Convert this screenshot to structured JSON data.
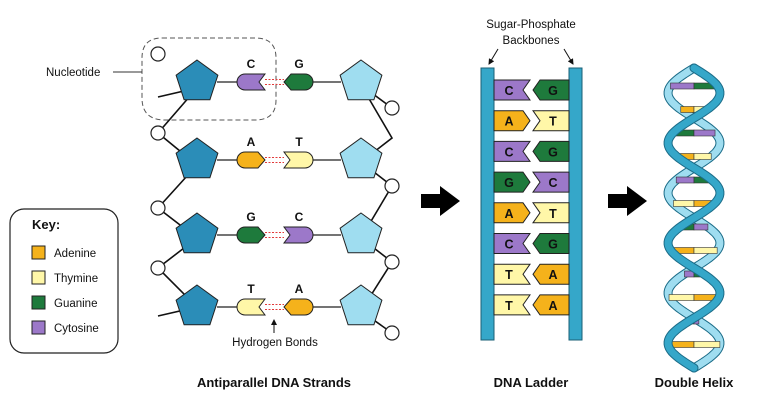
{
  "colors": {
    "adenine": "#F5B21B",
    "thymine": "#FFF7A8",
    "guanine": "#1E7A3C",
    "cytosine": "#9C78C9",
    "sugar_dark": "#2B8DB8",
    "sugar_light": "#9FDDF0",
    "backbone": "#35A7C9"
  },
  "key": {
    "title": "Key:",
    "items": [
      {
        "label": "Adenine",
        "color": "#F5B21B"
      },
      {
        "label": "Thymine",
        "color": "#FFF7A8"
      },
      {
        "label": "Guanine",
        "color": "#1E7A3C"
      },
      {
        "label": "Cytosine",
        "color": "#9C78C9"
      }
    ]
  },
  "strands": {
    "nucleotide_label": "Nucleotide",
    "hydrogen_label": "Hydrogen Bonds",
    "pairs": [
      {
        "left": "C",
        "right": "G"
      },
      {
        "left": "A",
        "right": "T"
      },
      {
        "left": "G",
        "right": "C"
      },
      {
        "left": "T",
        "right": "A"
      }
    ],
    "caption": "Antiparallel DNA Strands"
  },
  "ladder": {
    "backbone_label_line1": "Sugar-Phosphate",
    "backbone_label_line2": "Backbones",
    "rungs": [
      {
        "left": "C",
        "right": "G"
      },
      {
        "left": "A",
        "right": "T"
      },
      {
        "left": "C",
        "right": "G"
      },
      {
        "left": "G",
        "right": "C"
      },
      {
        "left": "A",
        "right": "T"
      },
      {
        "left": "C",
        "right": "G"
      },
      {
        "left": "T",
        "right": "A"
      },
      {
        "left": "T",
        "right": "A"
      }
    ],
    "caption": "DNA Ladder"
  },
  "helix": {
    "caption": "Double Helix",
    "rung_colors": [
      [
        "#9C78C9",
        "#1E7A3C"
      ],
      [
        "#F5B21B",
        "#FFF7A8"
      ],
      [
        "#1E7A3C",
        "#9C78C9"
      ],
      [
        "#F5B21B",
        "#FFF7A8"
      ],
      [
        "#9C78C9",
        "#1E7A3C"
      ],
      [
        "#FFF7A8",
        "#F5B21B"
      ],
      [
        "#1E7A3C",
        "#9C78C9"
      ],
      [
        "#F5B21B",
        "#FFF7A8"
      ],
      [
        "#9C78C9",
        "#1E7A3C"
      ],
      [
        "#FFF7A8",
        "#F5B21B"
      ],
      [
        "#1E7A3C",
        "#9C78C9"
      ],
      [
        "#F5B21B",
        "#FFF7A8"
      ]
    ]
  }
}
